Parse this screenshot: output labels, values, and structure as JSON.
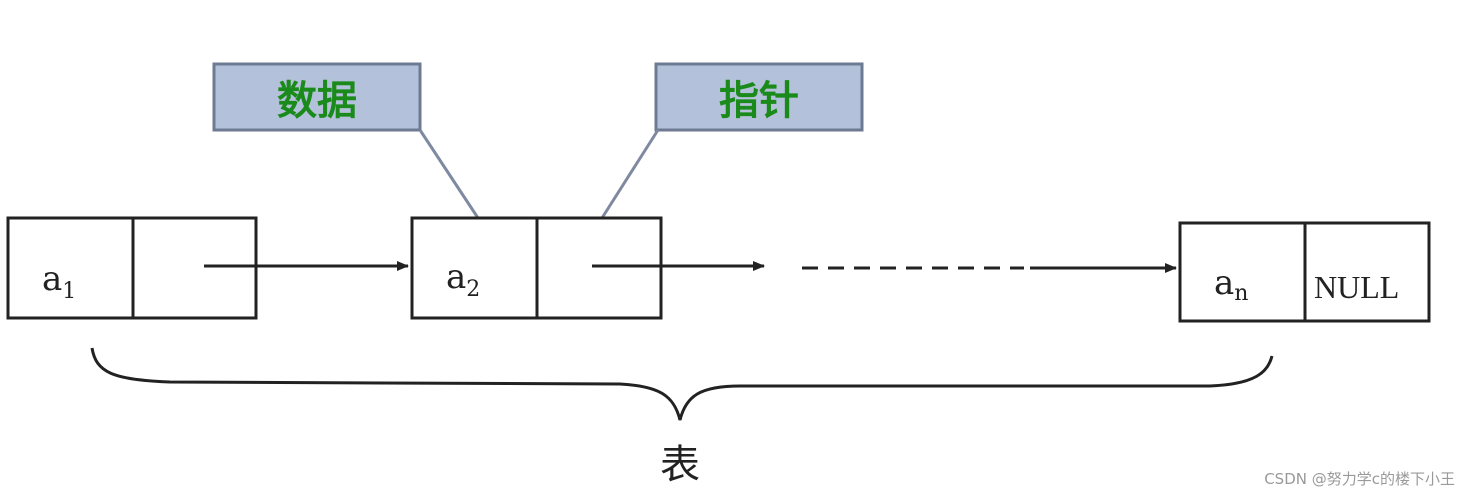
{
  "callouts": {
    "data": "数据",
    "pointer": "指针"
  },
  "nodes": [
    {
      "base": "a",
      "sub": "1"
    },
    {
      "base": "a",
      "sub": "2"
    },
    {
      "base": "a",
      "sub": "n",
      "next": "NULL"
    }
  ],
  "brace_label": "表",
  "watermark": "CSDN @努力学c的楼下小王",
  "colors": {
    "callout_fill": "#b4c1db",
    "callout_border": "#6d7a92",
    "callout_text": "#1a8a1a",
    "leader_line": "#7f8aa0",
    "stroke": "#222222"
  }
}
